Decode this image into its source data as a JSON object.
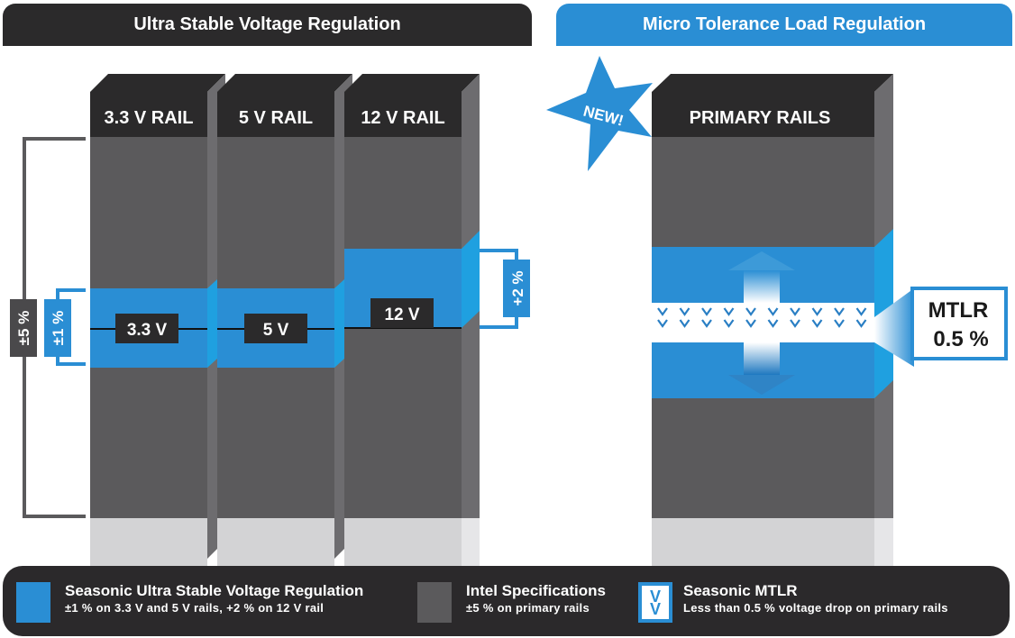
{
  "headers": {
    "left": "Ultra Stable Voltage Regulation",
    "right": "Micro Tolerance Load Regulation"
  },
  "rails": [
    {
      "name": "3.3 V RAIL",
      "voltage": "3.3 V",
      "tolerance": "±1 %"
    },
    {
      "name": "5 V RAIL",
      "voltage": "5 V",
      "tolerance": "±1 %"
    },
    {
      "name": "12 V RAIL",
      "voltage": "12 V",
      "tolerance": "+2 %"
    }
  ],
  "intel_bracket": "±5 %",
  "seasonic_bracket_left": "±1 %",
  "seasonic_bracket_right": "+2 %",
  "primary": {
    "name": "PRIMARY RAILS",
    "badge": "NEW!",
    "callout_line1": "MTLR",
    "callout_line2": "0.5 %",
    "chevron_glyph": "v"
  },
  "colors": {
    "blue": "#2a8ed4",
    "dark": "#2b2a2b",
    "gray": "#5b5a5c",
    "light_gray": "#d3d3d5"
  },
  "legend": [
    {
      "title": "Seasonic Ultra Stable Voltage Regulation",
      "subtitle": "±1 % on 3.3 V and 5 V rails, +2 % on 12 V rail",
      "icon": "blue-swatch"
    },
    {
      "title": "Intel Specifications",
      "subtitle": "±5 % on primary rails",
      "icon": "gray-swatch"
    },
    {
      "title": "Seasonic MTLR",
      "subtitle": "Less than 0.5 % voltage drop on primary rails",
      "icon": "double-chevron-icon",
      "icon_glyph": "V"
    }
  ]
}
